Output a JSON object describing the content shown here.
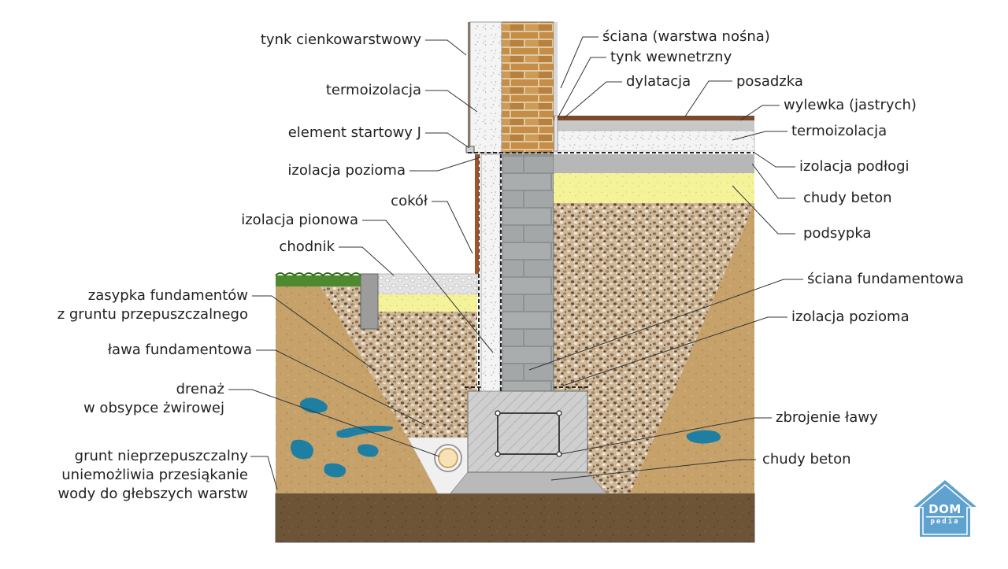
{
  "labels_left": {
    "tynk_cienko": "tynk cienkowarstwowy",
    "termoizolacja": "termoizolacja",
    "element_startowy": "element startowy J",
    "izolacja_pozioma": "izolacja pozioma",
    "cokol": "cokół",
    "izolacja_pionowa": "izolacja pionowa",
    "chodnik": "chodnik",
    "zasypka": "zasypka fundamentów\nz gruntu przepuszczalnego",
    "lawa": "ława fundamentowa",
    "drenaz": "drenaż\nw obsypce żwirowej",
    "grunt": "grunt nieprzepuszczalny\nuniemożliwia przesiąkanie\nwody do głebszych warstw"
  },
  "labels_right": {
    "sciana_nosna": "ściana (warstwa nośna)",
    "tynk_wew": "tynk wewnetrzny",
    "dylatacja": "dylatacja",
    "posadzka": "posadzka",
    "wylewka": "wylewka (jastrych)",
    "termoizolacja": "termoizolacja",
    "izolacja_podlogi": "izolacja podłogi",
    "chudy_beton_top": "chudy beton",
    "podsypka": "podsypka",
    "sciana_fund": "ściana fundamentowa",
    "izolacja_pozioma": "izolacja pozioma",
    "zbrojenie": "zbrojenie ławy",
    "chudy_beton_bot": "chudy beton"
  },
  "logo": {
    "top": "DOM",
    "bottom": "pedia"
  },
  "colors": {
    "soil": "#c7a36a",
    "soil_dark": "#6b5234",
    "gravel": "#c9b49a",
    "brick": "#c8934d",
    "block": "#a8acac",
    "insulation": "#f2f2f2",
    "sand_yellow": "#f3f29a",
    "concrete": "#b7b7b7",
    "water": "#1f7fa3",
    "grass": "#4d8a2f",
    "floor_brown": "#7a4a2a",
    "logo_blue": "#5fa2cf"
  }
}
